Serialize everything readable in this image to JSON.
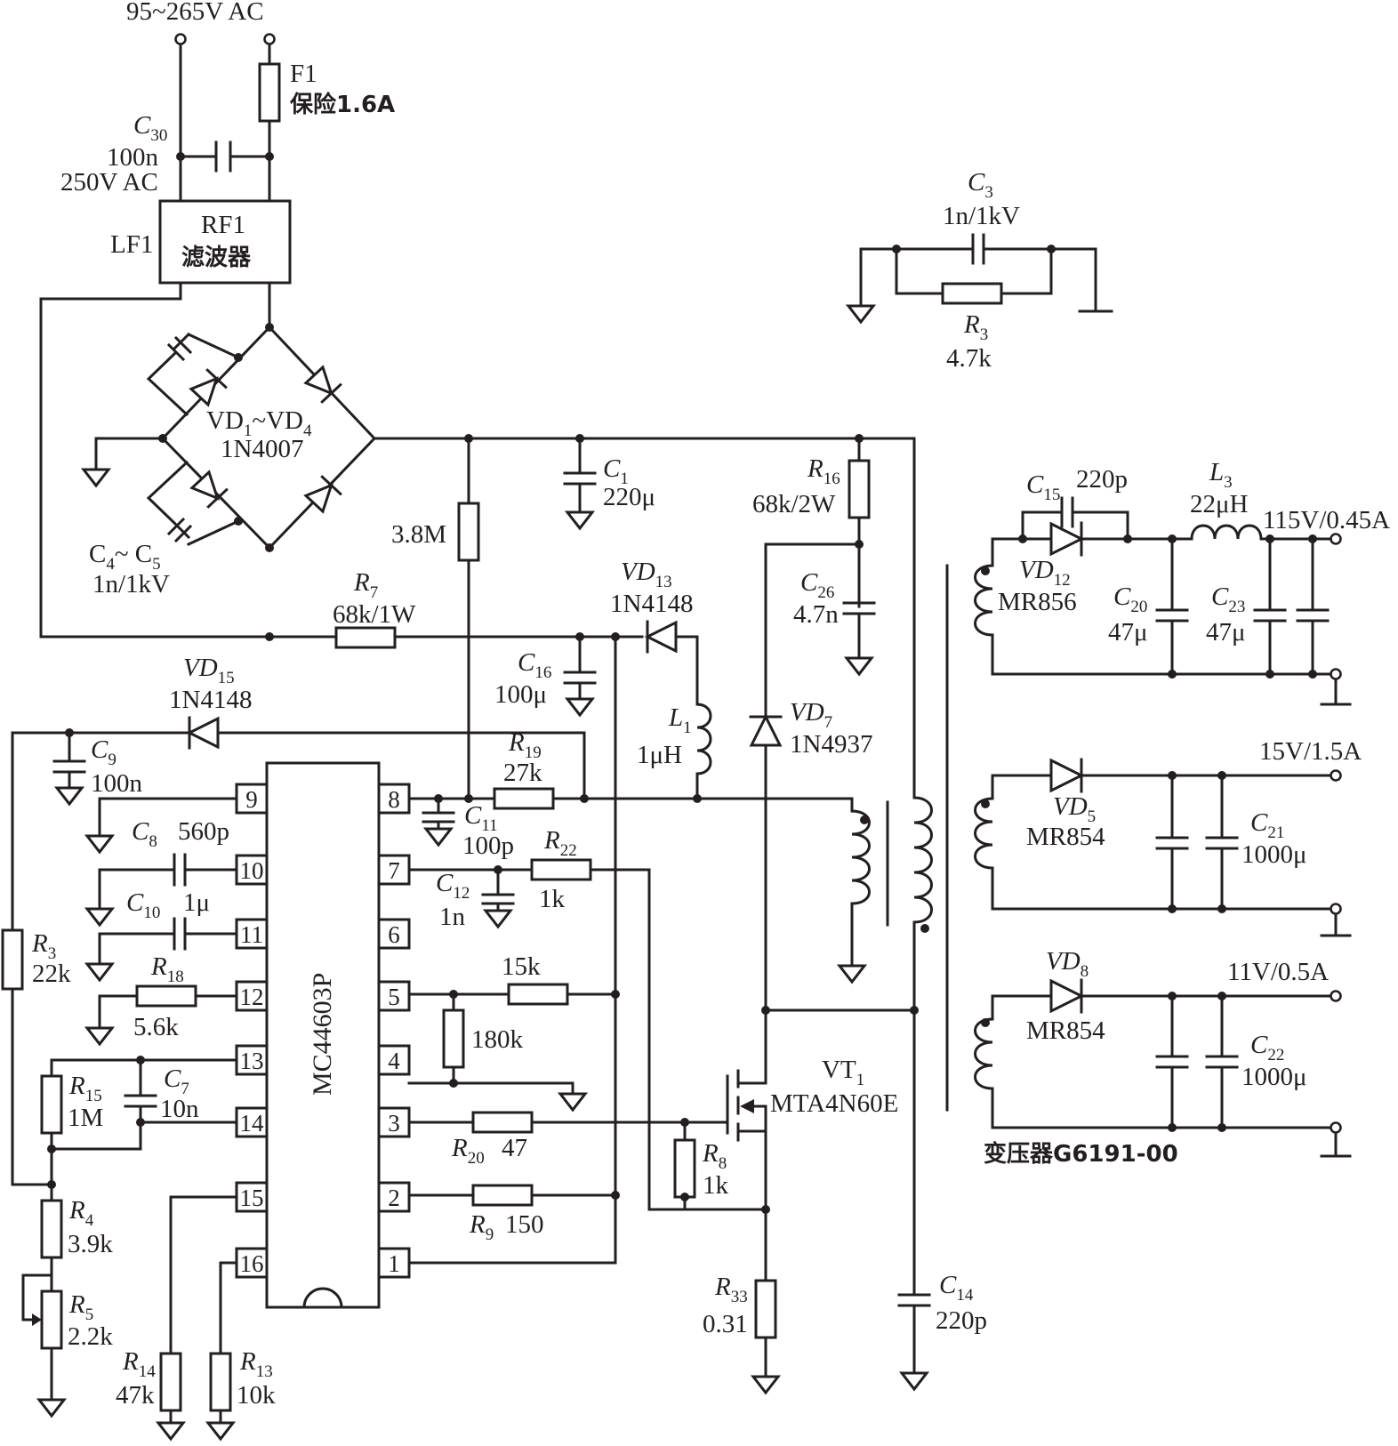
{
  "input": {
    "voltage": "95~265V AC"
  },
  "fuse": {
    "ref": "F1",
    "desc": "保险1.6A"
  },
  "filter": {
    "ref": "LF1",
    "name_line1": "RF1",
    "name_line2": "滤波器"
  },
  "caps": {
    "C30": {
      "ref": "C",
      "sub": "30",
      "value": "100n",
      "rating": "250V AC"
    },
    "C3": {
      "ref": "C",
      "sub": "3",
      "value": "1n/1kV"
    },
    "C1": {
      "ref": "C",
      "sub": "1",
      "value": "220μ"
    },
    "C45": {
      "ref": "C",
      "sub1": "4",
      "sep": "~ C",
      "sub2": "5",
      "value": "1n/1kV"
    },
    "C26": {
      "ref": "C",
      "sub": "26",
      "value": "4.7n"
    },
    "C16": {
      "ref": "C",
      "sub": "16",
      "value": "100μ"
    },
    "C9": {
      "ref": "C",
      "sub": "9",
      "value": "100n"
    },
    "C11": {
      "ref": "C",
      "sub": "11",
      "value": "100p"
    },
    "C8": {
      "ref": "C",
      "sub": "8",
      "value": "560p"
    },
    "C12": {
      "ref": "C",
      "sub": "12",
      "value": "1n"
    },
    "C10": {
      "ref": "C",
      "sub": "10",
      "value": "1μ"
    },
    "C7": {
      "ref": "C",
      "sub": "7",
      "value": "10n"
    },
    "C14": {
      "ref": "C",
      "sub": "14",
      "value": "220p"
    },
    "C15": {
      "ref": "C",
      "sub": "15",
      "value": "220p"
    },
    "C20": {
      "ref": "C",
      "sub": "20",
      "value": "47μ"
    },
    "C23": {
      "ref": "C",
      "sub": "23",
      "value": "47μ"
    },
    "C21": {
      "ref": "C",
      "sub": "21",
      "value": "1000μ"
    },
    "C22": {
      "ref": "C",
      "sub": "22",
      "value": "1000μ"
    }
  },
  "resistors": {
    "R3a": {
      "ref": "R",
      "sub": "3",
      "value": "4.7k"
    },
    "R3b": {
      "ref": "R",
      "sub": "3",
      "value": "22k"
    },
    "R16": {
      "ref": "R",
      "sub": "16",
      "value": "68k/2W"
    },
    "Rstart": {
      "value": "3.8M"
    },
    "R7": {
      "ref": "R",
      "sub": "7",
      "value": "68k/1W"
    },
    "R19": {
      "ref": "R",
      "sub": "19",
      "value": "27k"
    },
    "R22": {
      "ref": "R",
      "sub": "22",
      "value": "1k"
    },
    "R15k": {
      "value": "15k"
    },
    "R180k": {
      "value": "180k"
    },
    "R18": {
      "ref": "R",
      "sub": "18",
      "value": "5.6k"
    },
    "R15": {
      "ref": "R",
      "sub": "15",
      "value": "1M"
    },
    "R20": {
      "ref": "R",
      "sub": "20",
      "value": "47"
    },
    "R9": {
      "ref": "R",
      "sub": "9",
      "value": "150"
    },
    "R8": {
      "ref": "R",
      "sub": "8",
      "value": "1k"
    },
    "R4": {
      "ref": "R",
      "sub": "4",
      "value": "3.9k"
    },
    "R5": {
      "ref": "R",
      "sub": "5",
      "value": "2.2k"
    },
    "R33": {
      "ref": "R",
      "sub": "33",
      "value": "0.31"
    },
    "R14": {
      "ref": "R",
      "sub": "14",
      "value": "47k"
    },
    "R13": {
      "ref": "R",
      "sub": "13",
      "value": "10k"
    }
  },
  "diodes": {
    "bridge": {
      "ref": "VD",
      "sub1": "1",
      "sep": "~VD",
      "sub2": "4",
      "part": "1N4007"
    },
    "VD13": {
      "ref": "VD",
      "sub": "13",
      "part": "1N4148"
    },
    "VD15": {
      "ref": "VD",
      "sub": "15",
      "part": "1N4148"
    },
    "VD7": {
      "ref": "VD",
      "sub": "7",
      "part": "1N4937"
    },
    "VD12": {
      "ref": "VD",
      "sub": "12",
      "part": "MR856"
    },
    "VD5": {
      "ref": "VD",
      "sub": "5",
      "part": "MR854"
    },
    "VD8": {
      "ref": "VD",
      "sub": "8",
      "part": "MR854"
    }
  },
  "inductors": {
    "L1": {
      "ref": "L",
      "sub": "1",
      "value": "1μH"
    },
    "L3": {
      "ref": "L",
      "sub": "3",
      "value": "22μH"
    }
  },
  "transistor": {
    "ref": "VT",
    "sub": "1",
    "part": "MTA4N60E"
  },
  "ic": {
    "name": "MC44603P",
    "pins_left": [
      "9",
      "10",
      "11",
      "12",
      "13",
      "14",
      "15",
      "16"
    ],
    "pins_right": [
      "8",
      "7",
      "6",
      "5",
      "4",
      "3",
      "2",
      "1"
    ]
  },
  "outputs": {
    "out1": "115V/0.45A",
    "out2": "15V/1.5A",
    "out3": "11V/0.5A"
  },
  "transformer": {
    "label": "变压器G6191-00"
  }
}
